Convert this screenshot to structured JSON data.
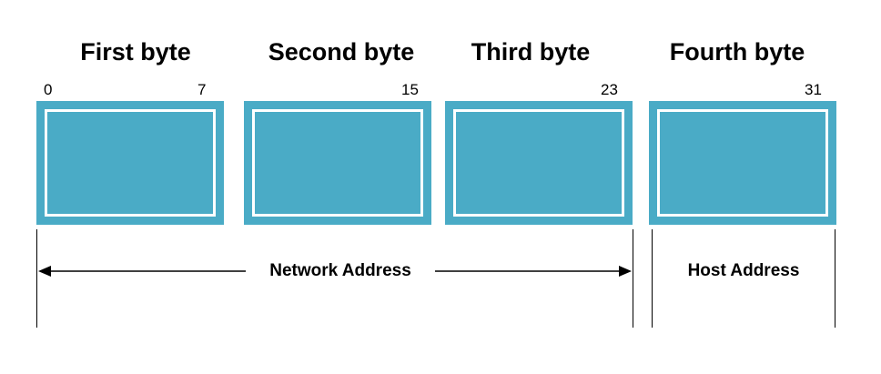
{
  "bytes": [
    {
      "title": "First byte"
    },
    {
      "title": "Second byte"
    },
    {
      "title": "Third byte"
    },
    {
      "title": "Fourth byte"
    }
  ],
  "bit_labels": {
    "start": "0",
    "end_first": "7",
    "end_second": "15",
    "end_third": "23",
    "end_fourth": "31"
  },
  "ranges": {
    "network": "Network Address",
    "host": "Host Address"
  },
  "colors": {
    "box_fill": "#4aabc6",
    "box_inner_border": "#ffffff",
    "line": "#000000"
  }
}
